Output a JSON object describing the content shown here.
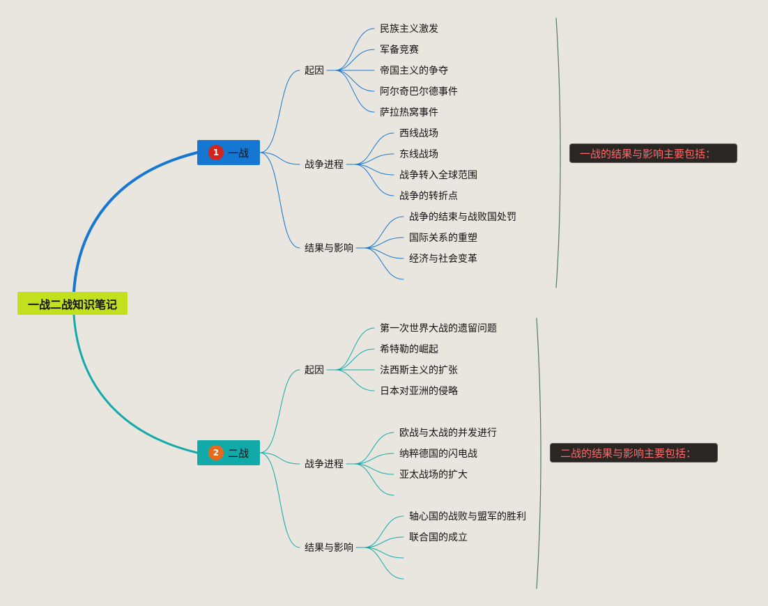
{
  "root": {
    "label": "一战二战知识笔记"
  },
  "wars": [
    {
      "badge": "1",
      "label": "一战",
      "color": "#1677d2",
      "badge_color": "#d4241c",
      "summary": "一战的结果与影响主要包括：",
      "topics": [
        {
          "label": "起因",
          "items": [
            "民族主义激发",
            "军备竞赛",
            "帝国主义的争夺",
            "阿尔奇巴尔德事件",
            "萨拉热窝事件"
          ]
        },
        {
          "label": "战争进程",
          "items": [
            "西线战场",
            "东线战场",
            "战争转入全球范围",
            "战争的转折点"
          ]
        },
        {
          "label": "结果与影响",
          "items": [
            "战争的结束与战败国处罚",
            "国际关系的重塑",
            "经济与社会变革",
            ""
          ]
        }
      ]
    },
    {
      "badge": "2",
      "label": "二战",
      "color": "#12aaa9",
      "badge_color": "#e76a1a",
      "summary": "二战的结果与影响主要包括：",
      "topics": [
        {
          "label": "起因",
          "items": [
            "第一次世界大战的遗留问题",
            "希特勒的崛起",
            "法西斯主义的扩张",
            "日本对亚洲的侵略"
          ]
        },
        {
          "label": "战争进程",
          "items": [
            "欧战与太战的并发进行",
            "纳粹德国的闪电战",
            "亚太战场的扩大",
            ""
          ]
        },
        {
          "label": "结果与影响",
          "items": [
            "轴心国的战败与盟军的胜利",
            "联合国的成立",
            "",
            ""
          ]
        }
      ]
    }
  ],
  "colors": {
    "background": "#e9e6df",
    "root": "#c2e01e",
    "summary_bg": "#2a2624",
    "summary_text": "#ff6b6b",
    "brace": "#4f7a64"
  }
}
